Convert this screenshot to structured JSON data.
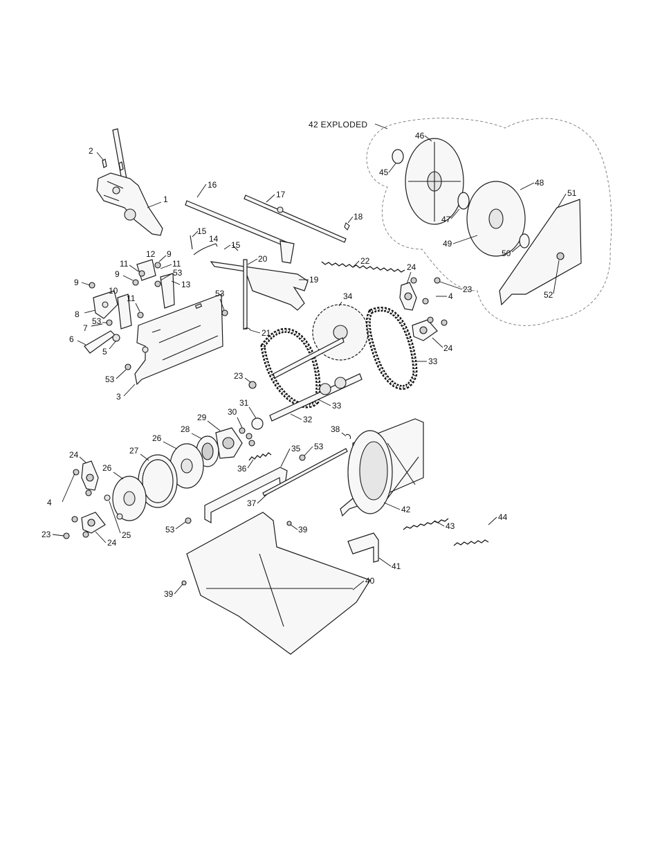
{
  "diagram": {
    "exploded_label": "42 EXPLODED",
    "callouts": {
      "c1": "1",
      "c2": "2",
      "c3": "3",
      "c4a": "4",
      "c4b": "4",
      "c5": "5",
      "c6": "6",
      "c7": "7",
      "c8": "8",
      "c9a": "9",
      "c9b": "9",
      "c9c": "9",
      "c10": "10",
      "c11a": "11",
      "c11b": "11",
      "c11c": "11",
      "c12": "12",
      "c13": "13",
      "c14": "14",
      "c15a": "15",
      "c15b": "15",
      "c16": "16",
      "c17": "17",
      "c18": "18",
      "c19": "19",
      "c20": "20",
      "c21": "21",
      "c22": "22",
      "c23a": "23",
      "c23b": "23",
      "c23c": "23",
      "c24a": "24",
      "c24b": "24",
      "c24c": "24",
      "c24d": "24",
      "c25": "25",
      "c26a": "26",
      "c26b": "26",
      "c27": "27",
      "c28": "28",
      "c29": "29",
      "c30": "30",
      "c31": "31",
      "c32": "32",
      "c33a": "33",
      "c33b": "33",
      "c34": "34",
      "c35": "35",
      "c36": "36",
      "c37": "37",
      "c38": "38",
      "c39a": "39",
      "c39b": "39",
      "c40": "40",
      "c41": "41",
      "c42": "42",
      "c43": "43",
      "c44": "44",
      "c45": "45",
      "c46": "46",
      "c47": "47",
      "c48": "48",
      "c49": "49",
      "c50": "50",
      "c51": "51",
      "c52": "52",
      "c53a": "53",
      "c53b": "53",
      "c53c": "53",
      "c53d": "53",
      "c53e": "53",
      "c53f": "53"
    }
  }
}
